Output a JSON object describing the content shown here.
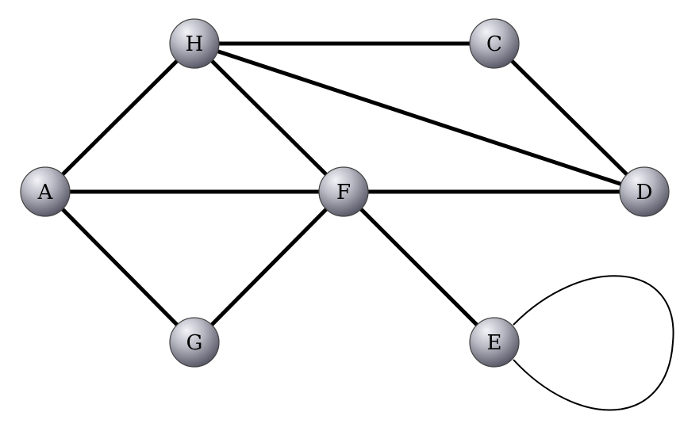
{
  "graph": {
    "nodes": [
      {
        "id": "H",
        "label": "H"
      },
      {
        "id": "C",
        "label": "C"
      },
      {
        "id": "A",
        "label": "A"
      },
      {
        "id": "F",
        "label": "F"
      },
      {
        "id": "D",
        "label": "D"
      },
      {
        "id": "G",
        "label": "G"
      },
      {
        "id": "E",
        "label": "E"
      }
    ],
    "edges": [
      {
        "from": "H",
        "to": "C"
      },
      {
        "from": "H",
        "to": "D"
      },
      {
        "from": "H",
        "to": "A"
      },
      {
        "from": "H",
        "to": "F"
      },
      {
        "from": "C",
        "to": "D"
      },
      {
        "from": "A",
        "to": "F"
      },
      {
        "from": "A",
        "to": "G"
      },
      {
        "from": "F",
        "to": "D"
      },
      {
        "from": "F",
        "to": "G"
      },
      {
        "from": "F",
        "to": "E"
      },
      {
        "from": "E",
        "to": "E",
        "type": "loop"
      }
    ],
    "colors": {
      "node_fill_light": "#ececf2",
      "node_fill_dark": "#5f5f6e",
      "edge": "#000000"
    }
  }
}
